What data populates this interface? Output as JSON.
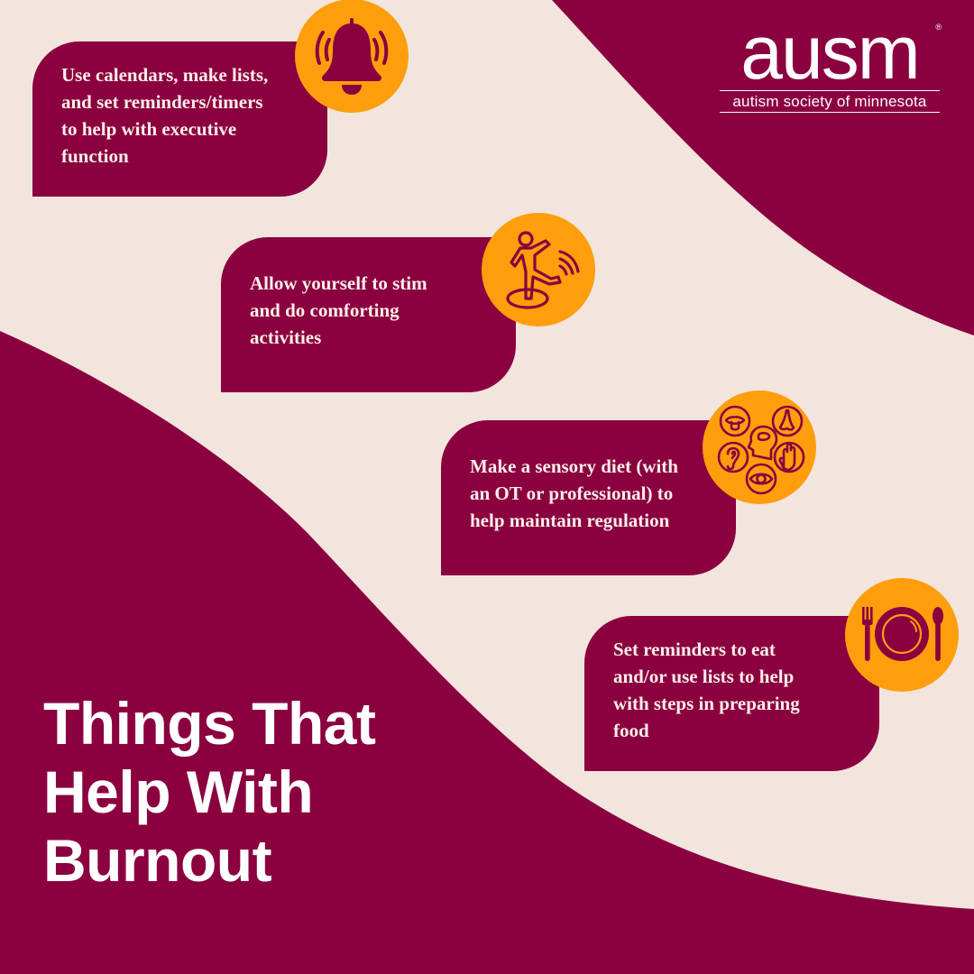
{
  "colors": {
    "background": "#f1e5de",
    "brand_maroon": "#8b003f",
    "accent_orange": "#ff9e0d",
    "text_light": "#ffffff"
  },
  "logo": {
    "wordmark": "ausm",
    "registered_mark": "®",
    "tagline": "autism society of minnesota"
  },
  "headline": {
    "lines": [
      "Things That",
      "Help With",
      "Burnout"
    ]
  },
  "tips": [
    {
      "icon": "bell-ringing-icon",
      "lines": [
        "Use calendars, make lists,",
        "and set reminders/timers",
        "to help with executive",
        "function"
      ]
    },
    {
      "icon": "stim-person-icon",
      "lines": [
        "Allow yourself to stim",
        "and do comforting",
        "activities"
      ]
    },
    {
      "icon": "five-senses-icon",
      "lines": [
        "Make a sensory diet (with",
        "an OT or professional) to",
        "help maintain regulation"
      ]
    },
    {
      "icon": "plate-fork-spoon-icon",
      "lines": [
        "Set reminders to eat",
        "and/or use lists to help",
        "with steps in preparing",
        "food"
      ]
    }
  ]
}
